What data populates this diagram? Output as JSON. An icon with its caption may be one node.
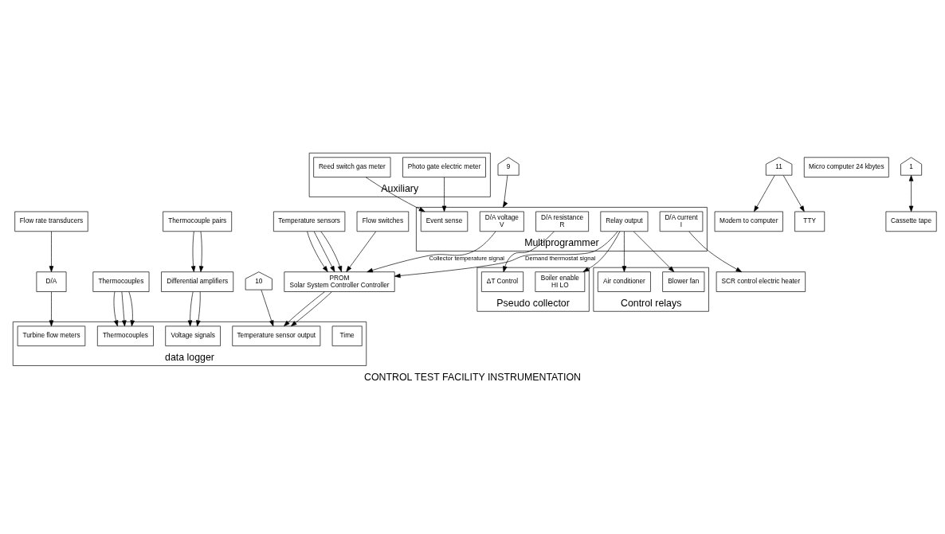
{
  "diagram": {
    "title": "CONTROL TEST FACILITY INSTRUMENTATION",
    "nodes": [
      {
        "text": [
          "PROM",
          "Solar System Controller Controller"
        ]
      },
      {
        "text": [
          "Temperature sensors"
        ]
      },
      {
        "text": [
          "Flow switches"
        ]
      },
      {
        "text": [
          "data logger"
        ]
      },
      {
        "text": [
          "Time"
        ],
        "in": 3
      },
      {
        "text": [
          "Temperature sensor output"
        ],
        "in": 3
      },
      {
        "text": [
          "Turbine flow meters"
        ],
        "in": 3
      },
      {
        "text": [
          "Thermocouples"
        ],
        "in": 3
      },
      {
        "text": [
          "Voltage signals"
        ],
        "in": 3
      },
      {
        "text": [
          "Flow rate transducers"
        ]
      },
      {
        "text": [
          "D/A"
        ]
      },
      {
        "text": [
          "Thermocouples"
        ]
      },
      {
        "text": [
          "Differential amplifiers"
        ]
      },
      {
        "text": [
          "Thermocouple pairs"
        ]
      },
      {
        "text": [
          "Pseudo collector"
        ]
      },
      {
        "text": [
          "Boiler enable",
          "HI LO"
        ],
        "in": 14
      },
      {
        "text": [
          "ΔT Control"
        ],
        "in": 14
      },
      {
        "text": [
          "Multiprogrammer"
        ]
      },
      {
        "text": [
          "D/A voltage",
          "V"
        ],
        "in": 17
      },
      {
        "text": [
          "D/A resistance",
          "R"
        ],
        "in": 17
      },
      {
        "text": [
          "Relay output"
        ],
        "in": 17
      },
      {
        "text": [
          "D/A current",
          "I"
        ],
        "in": 17
      },
      {
        "text": [
          "Event sense"
        ],
        "in": 17
      },
      {
        "text": [
          "Control relays"
        ]
      },
      {
        "text": [
          "Air conditioner"
        ],
        "in": 23
      },
      {
        "text": [
          "Blower fan"
        ],
        "in": 23
      },
      {
        "text": [
          "SCR control electric heater"
        ]
      },
      {
        "text": [
          "Auxiliary"
        ]
      },
      {
        "text": [
          "Reed switch gas meter"
        ],
        "in": 27
      },
      {
        "text": [
          "Photo gate electric meter"
        ],
        "in": 27
      },
      {
        "text": [
          "Modem to computer"
        ]
      },
      {
        "text": [
          "Micro computer 24 kbytes"
        ]
      },
      {
        "text": [
          "10"
        ]
      },
      {
        "text": [
          "9"
        ]
      },
      {
        "text": [
          "11"
        ]
      },
      {
        "text": [
          "1"
        ]
      },
      {
        "text": [
          "Cassette tape"
        ]
      },
      {
        "text": [
          "TTY"
        ]
      }
    ],
    "edges": [
      {
        "from": 1,
        "to": 0,
        "arrow": "to"
      },
      {
        "from": 1,
        "to": 0,
        "arrow": "to"
      },
      {
        "from": 1,
        "to": 0,
        "arrow": "to"
      },
      {
        "from": 2,
        "to": 0,
        "arrow": "to"
      },
      {
        "from": 0,
        "to": 5,
        "arrow": "to"
      },
      {
        "from": 0,
        "to": 5,
        "arrow": "to"
      },
      {
        "from": 20,
        "to": 0,
        "label": "Demand thermostat signal",
        "arrow": "to"
      },
      {
        "from": 18,
        "to": 0,
        "label": "Collector temperature signal",
        "arrow": "to"
      },
      {
        "from": 20,
        "to": 15,
        "arrow": "to"
      },
      {
        "from": 19,
        "to": 16,
        "arrow": "to"
      },
      {
        "from": 20,
        "to": 24,
        "arrow": "to"
      },
      {
        "from": 20,
        "to": 25,
        "arrow": "to"
      },
      {
        "from": 21,
        "to": 26,
        "arrow": "to"
      },
      {
        "from": 28,
        "to": 22,
        "arrow": "to"
      },
      {
        "from": 29,
        "to": 22,
        "arrow": "to"
      },
      {
        "from": 9,
        "to": 10,
        "arrow": "to"
      },
      {
        "from": 10,
        "to": 6,
        "arrow": "to"
      },
      {
        "from": 11,
        "to": 7,
        "arrow": "to"
      },
      {
        "from": 11,
        "to": 7,
        "arrow": "to"
      },
      {
        "from": 11,
        "to": 7,
        "arrow": "to"
      },
      {
        "from": 13,
        "to": 12,
        "arrow": "to"
      },
      {
        "from": 13,
        "to": 12,
        "arrow": "to"
      },
      {
        "from": 12,
        "to": 8,
        "arrow": "to"
      },
      {
        "from": 12,
        "to": 8,
        "arrow": "to"
      },
      {
        "from": 32,
        "to": 5,
        "arrow": "to"
      },
      {
        "from": 33,
        "to": 17,
        "arrow": "to"
      },
      {
        "from": 34,
        "to": 30,
        "arrow": "to"
      },
      {
        "from": 34,
        "to": 37,
        "arrow": "to"
      },
      {
        "from": 35,
        "to": 36,
        "arrow": "both"
      }
    ]
  }
}
